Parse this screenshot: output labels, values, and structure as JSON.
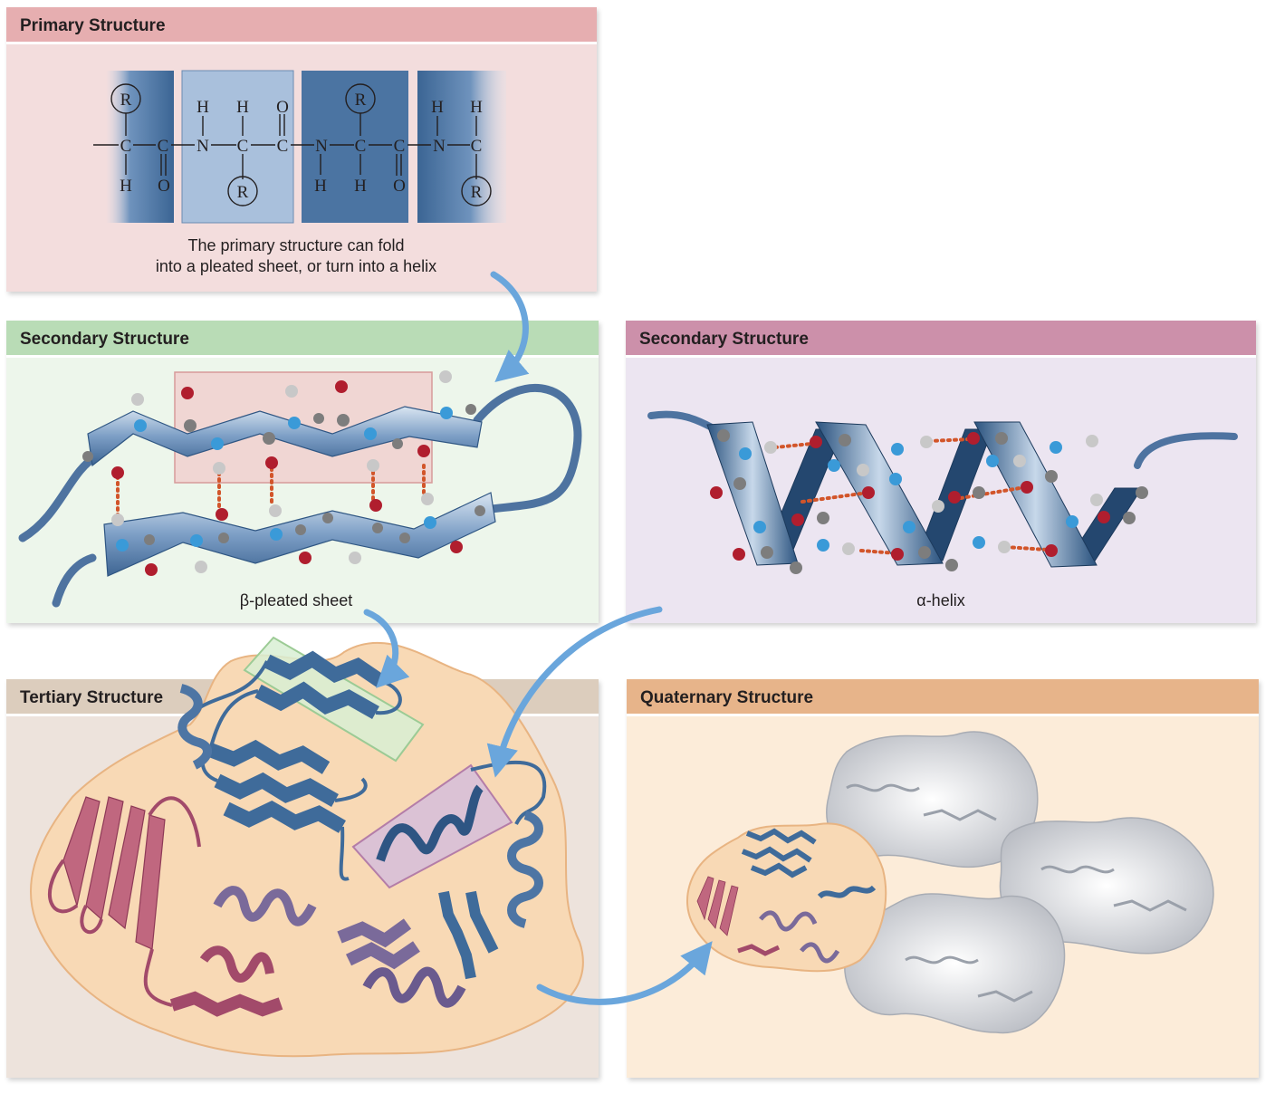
{
  "panels": {
    "primary": {
      "title": "Primary Structure",
      "caption_line1": "The primary structure can fold",
      "caption_line2": "into a pleated sheet, or turn into a helix"
    },
    "secondary_sheet": {
      "title": "Secondary Structure",
      "caption": "β-pleated sheet"
    },
    "secondary_helix": {
      "title": "Secondary Structure",
      "caption": "α-helix"
    },
    "tertiary": {
      "title": "Tertiary Structure"
    },
    "quaternary": {
      "title": "Quaternary Structure"
    }
  },
  "chemistry": {
    "row_top": [
      "H",
      "H",
      "O",
      "H",
      "H"
    ],
    "backbone": [
      "C",
      "C",
      "N",
      "C",
      "C",
      "N",
      "C",
      "C",
      "N",
      "C"
    ],
    "row_bottom": [
      "H",
      "O",
      "H",
      "H",
      "O"
    ],
    "side_chain": "R"
  },
  "colors": {
    "primary_header": "#e6aeb0",
    "secondary_sheet_header": "#b9dcb6",
    "secondary_helix_header": "#cc90aa",
    "tertiary_header": "#dccdbd",
    "quaternary_header": "#e7b48a",
    "ribbon_blue": "#3f6b9a",
    "ribbon_magenta": "#a24a6a",
    "ribbon_purple": "#7a6a9a",
    "oxygen_atom": "#b01e2e",
    "nitrogen_atom": "#3a9ad8",
    "carbon_atom": "#7d7d7d",
    "hydrogen_atom": "#c8c8c8",
    "hydrogen_bond": "#d2552a",
    "flow_arrow": "#6aa6dc"
  }
}
